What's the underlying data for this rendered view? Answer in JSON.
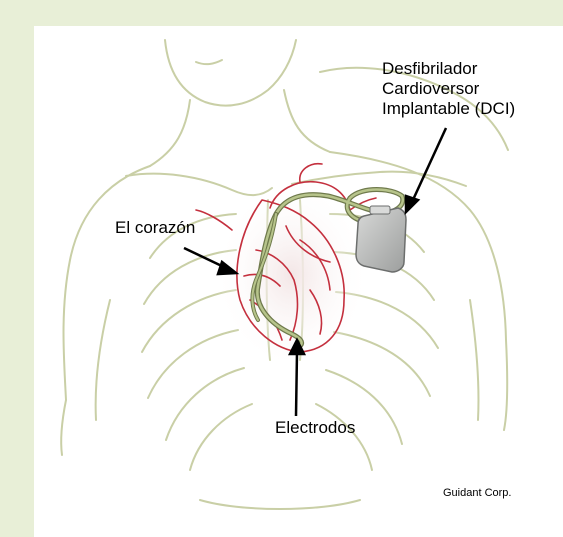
{
  "labels": {
    "icd_line1": "Desfibrilador",
    "icd_line2": "Cardioversor",
    "icd_line3": "Implantable (DCI)",
    "heart": "El corazón",
    "leads": "Electrodos"
  },
  "credit": "Guidant Corp.",
  "colors": {
    "background": "#e8efd7",
    "panel": "#ffffff",
    "anatomy_outline": "#c9cfa6",
    "heart_vessels": "#c4303e",
    "lead_wire": "#9aa870",
    "device": "#b9bbba",
    "arrow": "#000000"
  }
}
